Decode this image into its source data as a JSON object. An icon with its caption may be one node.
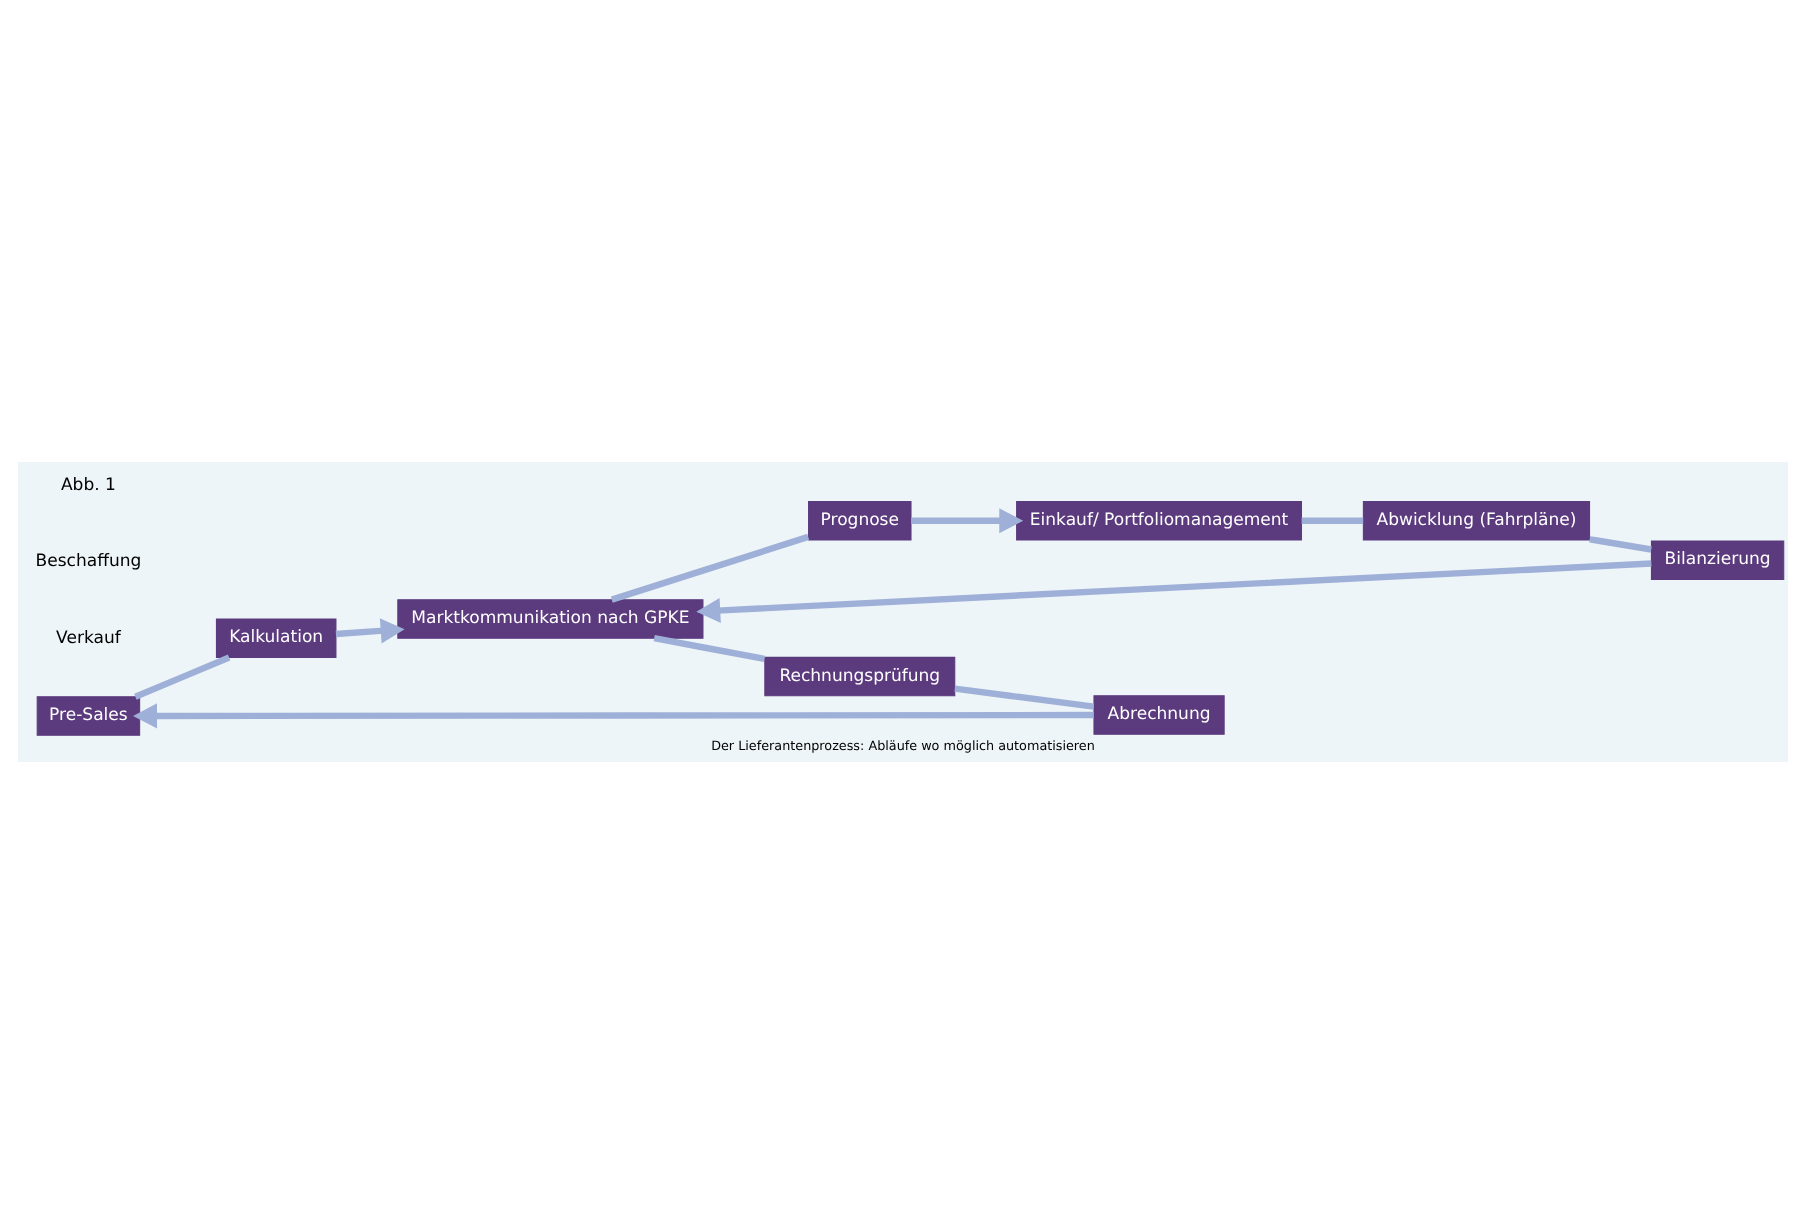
{
  "diagram": {
    "caption": "Der Lieferantenprozess: Abläufe wo möglich automatisieren",
    "nodes": [
      {
        "text": [
          "Pre-Sales"
        ]
      },
      {
        "text": [
          "Kalkulation"
        ]
      },
      {
        "text": [
          "Bilanzierung"
        ]
      },
      {
        "text": [
          "Abwicklung (Fahrpläne)"
        ]
      },
      {
        "text": [
          "Einkauf/ Portfoliomanagement"
        ]
      },
      {
        "text": [
          "Marktkommunikation nach GPKE"
        ]
      },
      {
        "text": [
          "Abrechnung"
        ]
      },
      {
        "text": [
          "Rechnungsprüfung"
        ]
      },
      {
        "text": [
          "Prognose"
        ]
      }
    ],
    "edges": [
      {
        "from": 0,
        "to": 1,
        "arrow": "none"
      },
      {
        "from": 1,
        "to": 5,
        "arrow": "to"
      },
      {
        "from": 5,
        "to": 7,
        "arrow": "none"
      },
      {
        "from": 7,
        "to": 6,
        "arrow": "none"
      },
      {
        "from": 6,
        "to": 0,
        "arrow": "to"
      },
      {
        "from": 5,
        "to": 8,
        "arrow": "none"
      },
      {
        "from": 8,
        "to": 4,
        "arrow": "to"
      },
      {
        "from": 4,
        "to": 3,
        "arrow": "none"
      },
      {
        "from": 3,
        "to": 2,
        "arrow": "none"
      },
      {
        "from": 2,
        "to": 5,
        "arrow": "to"
      }
    ],
    "labels": [
      "Verkauf",
      "Beschaffung",
      "Abb. 1"
    ]
  }
}
